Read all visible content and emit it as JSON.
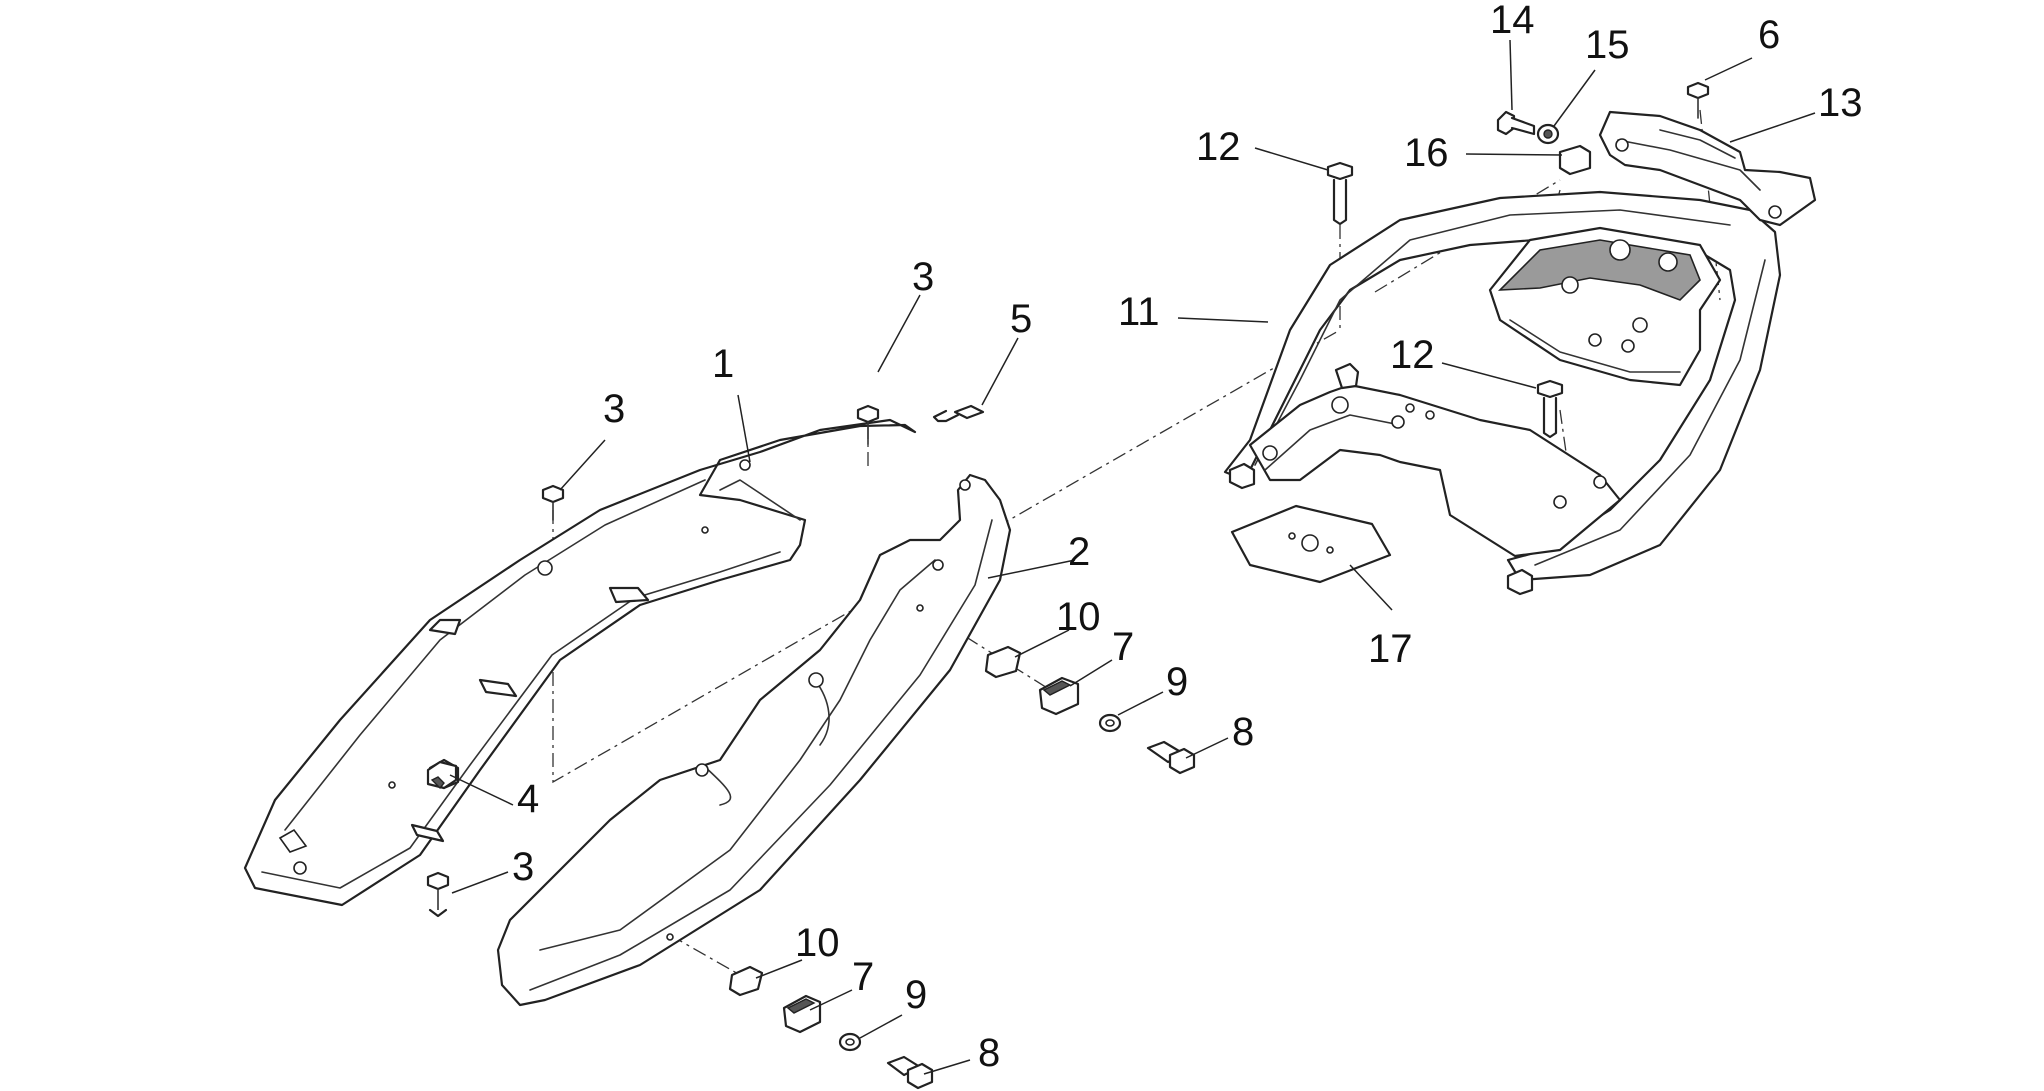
{
  "diagram": {
    "callouts": [
      {
        "id": "c1",
        "text": "1"
      },
      {
        "id": "c2",
        "text": "2"
      },
      {
        "id": "c3a",
        "text": "3"
      },
      {
        "id": "c3b",
        "text": "3"
      },
      {
        "id": "c3c",
        "text": "3"
      },
      {
        "id": "c4",
        "text": "4"
      },
      {
        "id": "c5",
        "text": "5"
      },
      {
        "id": "c6",
        "text": "6"
      },
      {
        "id": "c7a",
        "text": "7"
      },
      {
        "id": "c7b",
        "text": "7"
      },
      {
        "id": "c8a",
        "text": "8"
      },
      {
        "id": "c8b",
        "text": "8"
      },
      {
        "id": "c9a",
        "text": "9"
      },
      {
        "id": "c9b",
        "text": "9"
      },
      {
        "id": "c10a",
        "text": "10"
      },
      {
        "id": "c10b",
        "text": "10"
      },
      {
        "id": "c11",
        "text": "11"
      },
      {
        "id": "c12a",
        "text": "12"
      },
      {
        "id": "c12b",
        "text": "12"
      },
      {
        "id": "c13",
        "text": "13"
      },
      {
        "id": "c14",
        "text": "14"
      },
      {
        "id": "c15",
        "text": "15"
      },
      {
        "id": "c16",
        "text": "16"
      },
      {
        "id": "c17",
        "text": "17"
      }
    ]
  }
}
